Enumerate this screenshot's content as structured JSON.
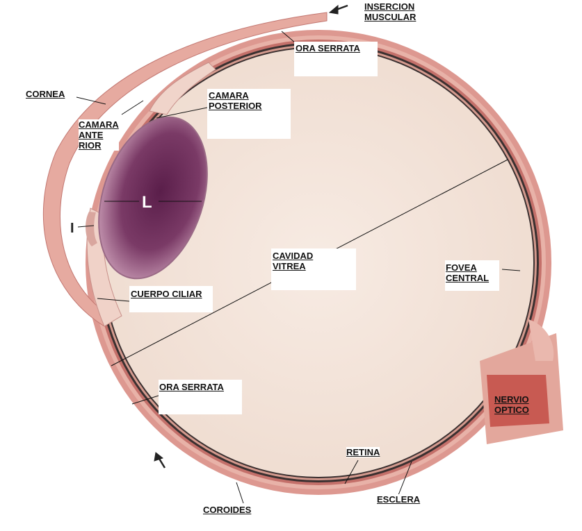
{
  "labels": {
    "insercion_muscular": [
      "INSERCION",
      "MUSCULAR"
    ],
    "ora_serrata_top": "ORA SERRATA",
    "cornea": "CORNEA",
    "camara_posterior": [
      "CAMARA",
      "POSTERIOR"
    ],
    "camara_anterior": [
      "CAMARA",
      "ANTE",
      "RIOR"
    ],
    "lens": "L",
    "iris": "I",
    "cavidad_vitrea": [
      "CAVIDAD",
      "VITREA"
    ],
    "fovea_central": [
      "FOVEA",
      "CENTRAL"
    ],
    "cuerpo_ciliar": "CUERPO CILIAR",
    "ora_serrata_bottom": "ORA SERRATA",
    "nervio_optico": [
      "NERVIO",
      "OPTICO"
    ],
    "retina": "RETINA",
    "esclera": "ESCLERA",
    "coroides": "COROIDES"
  },
  "colors": {
    "vitreous": "#f4e6dd",
    "sclera": "#d98c84",
    "sclera_dark": "#c0605a",
    "lens_outer": "#b07a9a",
    "lens_inner": "#5a1e4a",
    "retina_line": "#3a3030",
    "line": "#111111"
  }
}
